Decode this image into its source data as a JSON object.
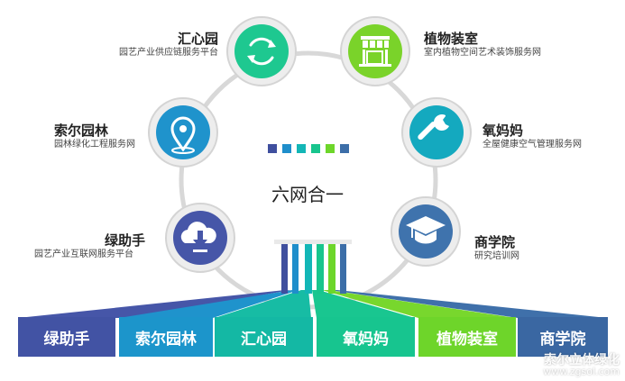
{
  "center": {
    "title": "六网合一",
    "squares": [
      "#3f4f9e",
      "#1f8ecb",
      "#13b6b6",
      "#18c58d",
      "#6dd62a",
      "#3c6ea8"
    ]
  },
  "nodes": [
    {
      "id": "huixinyuan",
      "name": "汇心园",
      "desc": "园艺产业供应链服务平台",
      "icon": "refresh-arrows-icon",
      "color": "#1ec890"
    },
    {
      "id": "zhiwuzhuangshi",
      "name": "植物装室",
      "desc": "室内植物空间艺术装饰服务网",
      "icon": "storefront-icon",
      "color": "#7ad32a"
    },
    {
      "id": "suoeryuanlin",
      "name": "索尔园林",
      "desc": "园林绿化工程服务网",
      "icon": "map-pin-icon",
      "color": "#1f93cc"
    },
    {
      "id": "yangmama",
      "name": "氧妈妈",
      "desc": "全屋健康空气管理服务网",
      "icon": "wrench-icon",
      "color": "#14a9bf"
    },
    {
      "id": "lvzhushou",
      "name": "绿助手",
      "desc": "园艺产业互联网服务平台",
      "icon": "cloud-download-icon",
      "color": "#4656a8"
    },
    {
      "id": "shangxueyuan",
      "name": "商学院",
      "desc": "研究培训网",
      "icon": "graduation-cap-icon",
      "color": "#3f73ad"
    }
  ],
  "tabs": [
    {
      "label": "绿助手",
      "color": "#4253a4"
    },
    {
      "label": "索尔园林",
      "color": "#1c95cb"
    },
    {
      "label": "汇心园",
      "color": "#14b8a4"
    },
    {
      "label": "氧妈妈",
      "color": "#17c58f"
    },
    {
      "label": "植物装室",
      "color": "#6ed52a"
    },
    {
      "label": "商学院",
      "color": "#3a67a2"
    }
  ],
  "watermark": {
    "line1": "索尔立体绿化",
    "line2": "www.zgsol.com"
  }
}
